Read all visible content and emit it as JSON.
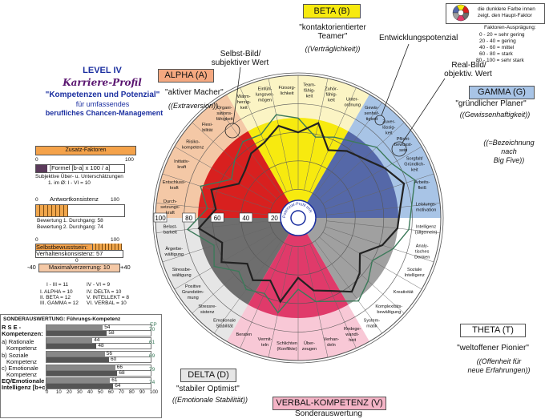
{
  "left_panel": {
    "level": "LEVEL IV",
    "script_title": "Karriere-Profil",
    "subtitle": "\"Kompetenzen und Potenzial\"",
    "line2": "für umfassendes",
    "line3": "berufliches Chancen-Management"
  },
  "zusatz": {
    "header": "Zusatz-Faktoren",
    "formula": "[Formel [b-a] x 100 / a]",
    "zero": "0",
    "hundred": "100",
    "note1": "Subjektive Über- u. Unterschätzungen",
    "note2": "1. im Ø: I - VI = 10",
    "ak_zero": "0",
    "ak_label": "Antwortkonsistenz",
    "ak_hundred": "100",
    "ak_b1": "Bewertung 1. Durchgang: 58",
    "ak_b2": "Bewertung 2. Durchgang: 74",
    "z2": "0",
    "h2": "100",
    "selbst": "Selbstbewusstsein: 50",
    "verhalten": "Verhaltenskonsistenz: 57",
    "mv_left": "-40",
    "mv_zero": "0",
    "mv_label": "Maximalverzerrung: 10",
    "mv_right": "+40",
    "ratios_h1": "I - III = 11",
    "ratios_h2": "IV - VI = 9",
    "r1": "I. ALPHA    = 10",
    "r2": "II. BETA      = 12",
    "r3": "III. GAMMA = 12",
    "r4": "IV. DELTA     = 10",
    "r5": "V. INTELLEKT = 8",
    "r6": "VI. VERBAL   = 10"
  },
  "sonder": {
    "header": "SONDERAUSWERTUNG: Führungs-Kompetenz",
    "ep": "EP",
    "rse1": "R S E -",
    "rse2": "Kompetenzen:",
    "a1": "a) Rationale",
    "a2": "Kompetenz",
    "b1": "b) Soziale",
    "b2": "Kompetenz",
    "c1": "c) Emotionale",
    "c2": "Kompetenz",
    "eq1": "EQ/Emotionale",
    "eq2": "Intelligenz [b+c]",
    "rows": [
      {
        "v1": "54",
        "v2": "58",
        "ep": "70",
        "f1": 0.54,
        "f2": 0.58
      },
      {
        "v1": "44",
        "v2": "48",
        "ep": "61",
        "f1": 0.44,
        "f2": 0.48
      },
      {
        "v1": "56",
        "v2": "60",
        "ep": "69",
        "f1": 0.56,
        "f2": 0.6
      },
      {
        "v1": "66",
        "v2": "68",
        "ep": "79",
        "f1": 0.66,
        "f2": 0.68
      },
      {
        "v1": "61",
        "v2": "64",
        "ep": "74",
        "f1": 0.61,
        "f2": 0.64
      }
    ],
    "scale": [
      "0",
      "10",
      "20",
      "30",
      "40",
      "50",
      "60",
      "70",
      "80",
      "90",
      "100"
    ]
  },
  "legend": {
    "note1": "die dunklere Farbe innen",
    "note2": "zeigt. den  Haupt-Faktor",
    "auspr_header": "Faktoren-Ausprägung:",
    "a1": "0 -   20    = sehr gering",
    "a2": "20 -   40    = gering",
    "a3": "40 -   60    = mittel",
    "a4": "60 -   80    = stark",
    "a5": "80 - 100    = sehr stark"
  },
  "factors": {
    "alpha": {
      "title": "ALPHA (A)",
      "desc": "\"aktiver Macher\"",
      "sub": "((Extraversion))"
    },
    "beta": {
      "title": "BETA (B)",
      "desc1": "\"kontaktorientierter",
      "desc2": "Teamer\"",
      "sub": "((Verträglichkeit))"
    },
    "gamma": {
      "title": "GAMMA (G)",
      "desc": "\"gründlicher Planer\"",
      "sub": "((Gewissenhaftigkeit))"
    },
    "theta": {
      "title": "THETA (T)",
      "desc": "\"weltoffener Pionier\"",
      "sub1": "((Offenheit für",
      "sub2": "neue Erfahrungen))"
    },
    "delta": {
      "title": "DELTA (D)",
      "desc": "\"stabiler Optimist\"",
      "sub": "((Emotionale Stabilität))"
    },
    "verbal": {
      "title": "VERBAL-KOMPETENZ (V)",
      "sub": "Sonderauswertung"
    }
  },
  "annotations": {
    "selbst1": "Selbst-Bild/",
    "selbst2": "subjektiver Wert",
    "entw": "Entwicklungspotenzial",
    "real1": "Real-Bild/",
    "real2": "objektiv. Wert",
    "bez1": "((=Bezeichnung",
    "bez2": "nach",
    "bez3": "Big Five))"
  },
  "scale_labels": [
    "100",
    "80",
    "60",
    "40",
    "20"
  ],
  "center_text": "Potenzial-Profil IHR",
  "wheel_items": [
    {
      "a": 97,
      "t": "Team-|fähig-|keit"
    },
    {
      "a": 108,
      "t": "Fürsorg-|lichkeit"
    },
    {
      "a": 120,
      "t": "Einfüh-|lungsver-|mögen"
    },
    {
      "a": 133,
      "t": "Wärm-|herzig-|keit"
    },
    {
      "a": 145,
      "t": "Organi-|sations-|fähigkeit"
    },
    {
      "a": 157,
      "t": "Flexi-|bilität"
    },
    {
      "a": 168,
      "t": "Risiko-|kompetenz"
    },
    {
      "a": 180,
      "t": "Initiativ-|kraft"
    },
    {
      "a": 192,
      "t": "Entschluss-|kraft"
    },
    {
      "a": 204,
      "t": "Durch-|setzungs-|kraft"
    },
    {
      "a": 217,
      "t": "Belast-|barkeit"
    },
    {
      "a": 229,
      "t": "Ärgerbe-|wältigung"
    },
    {
      "a": 241,
      "t": "Stressbe-|wältigung"
    },
    {
      "a": 252,
      "t": "Positive|Grundstim-|mung"
    },
    {
      "a": 264,
      "t": "Stressre-|sistenz"
    },
    {
      "a": 276,
      "t": "Emotionale|Stabilität"
    },
    {
      "a": 288,
      "t": "Beraten"
    },
    {
      "a": 300,
      "t": "Vermit-|teln"
    },
    {
      "a": 312,
      "t": "Schlichten|(Konflikte)"
    },
    {
      "a": 324,
      "t": "Über-|zeugen"
    },
    {
      "a": 336,
      "t": "Verhan-|deln"
    },
    {
      "a": 348,
      "t": "Redege-|wandt-|heit"
    },
    {
      "a": 0,
      "t": "System-|matik"
    },
    {
      "a": 12,
      "t": "Komplexitäts-|bewältigung"
    },
    {
      "a": 24,
      "t": "Kreativität"
    },
    {
      "a": 36,
      "t": "Soziale|Intelligenz"
    },
    {
      "a": 48,
      "t": "Analy-|tisches|Denken"
    },
    {
      "a": 60,
      "t": "Intelligenz|(allgemein)"
    },
    {
      "a": 72,
      "t": "Leistungs-|motivation"
    },
    {
      "a": 84,
      "t": "Arbeits-|fleiß"
    },
    {
      "a": 85.5,
      "t": ""
    },
    {
      "a": 90,
      "t": "Sorgfalt/|Gründlich-|keit"
    },
    {
      "a": 63.5,
      "t": ""
    }
  ],
  "wheel_items_right": [
    {
      "t": "Zuhör-|fähig-|keit"
    },
    {
      "t": "Unter-|ordnung"
    },
    {
      "t": "Gewis-|senhaf-|tigkeit"
    },
    {
      "t": "Zuver-|lässig-|keit"
    },
    {
      "t": "Pflicht-|bewusst-|sein"
    }
  ],
  "colors": {
    "alpha_outer": "#f4c8a6",
    "alpha_inner": "#d8201f",
    "beta_outer": "#fbf4c4",
    "beta_inner": "#f7ea0f",
    "gamma_outer": "#a8c4e6",
    "gamma_inner": "#5568a8",
    "theta_outer": "#ffffff",
    "theta_inner": "#a0a0a0",
    "delta_outer": "#e6e6e6",
    "delta_inner": "#6e6e6e",
    "verbal_outer": "#f8c8d6",
    "verbal_inner": "#e03a6a",
    "self_line": "#222222",
    "real_line": "#3c7a5a"
  }
}
